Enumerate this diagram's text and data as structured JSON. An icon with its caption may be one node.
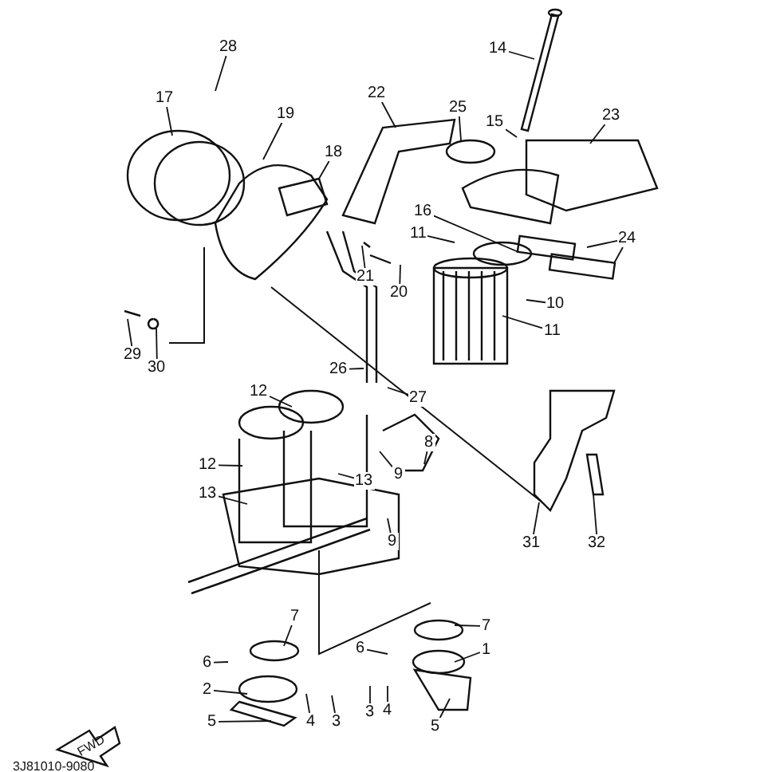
{
  "diagram": {
    "nodes": [
      {
        "text": [
          "28"
        ]
      },
      {
        "text": [
          "17"
        ]
      },
      {
        "text": [
          "19"
        ]
      },
      {
        "text": [
          "22"
        ]
      },
      {
        "text": [
          "25"
        ]
      },
      {
        "text": [
          "15"
        ]
      },
      {
        "text": [
          "14"
        ]
      },
      {
        "text": [
          "23"
        ]
      },
      {
        "text": [
          "18"
        ]
      },
      {
        "text": [
          "16"
        ]
      },
      {
        "text": [
          "11"
        ]
      },
      {
        "text": [
          "24"
        ]
      },
      {
        "text": [
          "21"
        ]
      },
      {
        "text": [
          "20"
        ]
      },
      {
        "text": [
          "10"
        ]
      },
      {
        "text": [
          "11"
        ]
      },
      {
        "text": [
          "29"
        ]
      },
      {
        "text": [
          "30"
        ]
      },
      {
        "text": [
          "26"
        ]
      },
      {
        "text": [
          "12"
        ]
      },
      {
        "text": [
          "27"
        ]
      },
      {
        "text": [
          "12"
        ]
      },
      {
        "text": [
          "8"
        ]
      },
      {
        "text": [
          "9"
        ]
      },
      {
        "text": [
          "13"
        ]
      },
      {
        "text": [
          "13"
        ]
      },
      {
        "text": [
          "9"
        ]
      },
      {
        "text": [
          "31"
        ]
      },
      {
        "text": [
          "32"
        ]
      },
      {
        "text": [
          "7"
        ]
      },
      {
        "text": [
          "7"
        ]
      },
      {
        "text": [
          "6"
        ]
      },
      {
        "text": [
          "6"
        ]
      },
      {
        "text": [
          "1"
        ]
      },
      {
        "text": [
          "2"
        ]
      },
      {
        "text": [
          "4"
        ]
      },
      {
        "text": [
          "3"
        ]
      },
      {
        "text": [
          "3"
        ]
      },
      {
        "text": [
          "4"
        ]
      },
      {
        "text": [
          "5"
        ]
      },
      {
        "text": [
          "5"
        ]
      }
    ],
    "edges": [
      {
        "from": 0,
        "to": null,
        "arrow": "none"
      },
      {
        "from": 1,
        "to": null,
        "arrow": "none"
      },
      {
        "from": 2,
        "to": null,
        "arrow": "none"
      },
      {
        "from": 3,
        "to": null,
        "arrow": "none"
      },
      {
        "from": 4,
        "to": null,
        "arrow": "none"
      },
      {
        "from": 5,
        "to": null,
        "arrow": "none"
      },
      {
        "from": 6,
        "to": null,
        "arrow": "none"
      },
      {
        "from": 7,
        "to": null,
        "arrow": "none"
      },
      {
        "from": 8,
        "to": null,
        "arrow": "none"
      },
      {
        "from": 9,
        "to": null,
        "arrow": "none"
      },
      {
        "from": 10,
        "to": null,
        "arrow": "none"
      },
      {
        "from": 11,
        "to": null,
        "arrow": "none"
      },
      {
        "from": 11,
        "to": null,
        "arrow": "none"
      },
      {
        "from": 12,
        "to": null,
        "arrow": "none"
      },
      {
        "from": 13,
        "to": null,
        "arrow": "none"
      },
      {
        "from": 14,
        "to": null,
        "arrow": "none"
      },
      {
        "from": 15,
        "to": null,
        "arrow": "none"
      },
      {
        "from": 16,
        "to": null,
        "arrow": "none"
      },
      {
        "from": 17,
        "to": null,
        "arrow": "none"
      },
      {
        "from": 18,
        "to": null,
        "arrow": "none"
      },
      {
        "from": 19,
        "to": null,
        "arrow": "none"
      },
      {
        "from": 20,
        "to": null,
        "arrow": "none"
      },
      {
        "from": 21,
        "to": null,
        "arrow": "none"
      },
      {
        "from": 22,
        "to": null,
        "arrow": "none"
      },
      {
        "from": 23,
        "to": null,
        "arrow": "none"
      },
      {
        "from": 24,
        "to": null,
        "arrow": "none"
      },
      {
        "from": 25,
        "to": null,
        "arrow": "none"
      },
      {
        "from": 26,
        "to": null,
        "arrow": "none"
      },
      {
        "from": 27,
        "to": null,
        "arrow": "none"
      },
      {
        "from": 28,
        "to": null,
        "arrow": "none"
      },
      {
        "from": 29,
        "to": null,
        "arrow": "none"
      },
      {
        "from": 30,
        "to": null,
        "arrow": "none"
      },
      {
        "from": 31,
        "to": null,
        "arrow": "none"
      },
      {
        "from": 32,
        "to": null,
        "arrow": "none"
      },
      {
        "from": 33,
        "to": null,
        "arrow": "none"
      },
      {
        "from": 34,
        "to": null,
        "arrow": "none"
      },
      {
        "from": 35,
        "to": null,
        "arrow": "none"
      },
      {
        "from": 36,
        "to": null,
        "arrow": "none"
      },
      {
        "from": 37,
        "to": null,
        "arrow": "none"
      },
      {
        "from": 38,
        "to": null,
        "arrow": "none"
      },
      {
        "from": 39,
        "to": null,
        "arrow": "none"
      },
      {
        "from": 40,
        "to": null,
        "arrow": "none"
      }
    ],
    "labels": [
      "FWD",
      "3J81010-9080"
    ]
  }
}
